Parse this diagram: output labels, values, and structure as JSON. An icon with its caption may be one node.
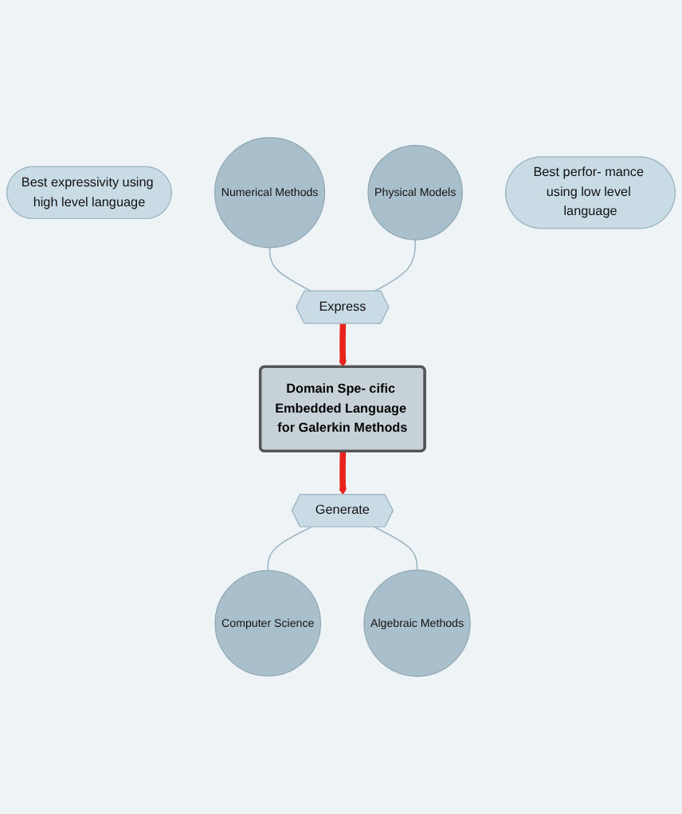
{
  "diagram": {
    "nodes": [
      {
        "text": [
          "Best expressivity using high level language"
        ]
      },
      {
        "text": [
          "Numerical Methods"
        ]
      },
      {
        "text": [
          "Physical Models"
        ]
      },
      {
        "text": [
          "Express"
        ]
      },
      {
        "text": [
          "Domain Spe- cific Embedded Language for Galerkin Methods"
        ]
      },
      {
        "text": [
          "Generate"
        ]
      },
      {
        "text": [
          "Computer Science"
        ]
      },
      {
        "text": [
          "Algebraic Methods"
        ]
      },
      {
        "text": [
          "Best perfor- mance using low level language"
        ]
      }
    ],
    "edges": [
      {
        "from": 1,
        "to": 3,
        "arrow": "none"
      },
      {
        "from": 2,
        "to": 3,
        "arrow": "none"
      },
      {
        "from": 3,
        "to": 4,
        "arrow": "to",
        "style": "thick",
        "color": "#e8231b"
      },
      {
        "from": 4,
        "to": 5,
        "arrow": "to",
        "style": "thick",
        "color": "#e8231b"
      },
      {
        "from": 5,
        "to": 6,
        "arrow": "none"
      },
      {
        "from": 5,
        "to": 7,
        "arrow": "none"
      }
    ]
  }
}
